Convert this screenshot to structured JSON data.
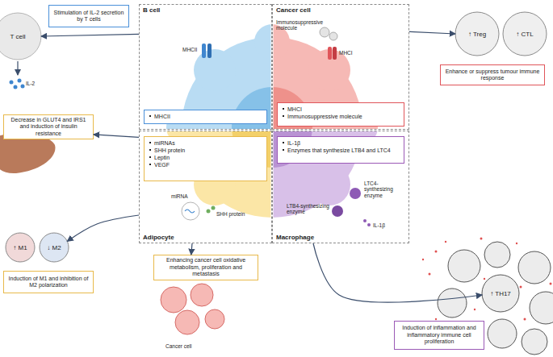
{
  "diagram": {
    "nodes": [
      {
        "text": [
          "T cell"
        ]
      },
      {
        "text": [
          "Stimulation of IL-2 secretion by T cells"
        ]
      },
      {
        "text": [
          "B cell"
        ]
      },
      {
        "text": [
          "MHCII"
        ],
        "in": 2
      },
      {
        "text": [
          "Cancer cell"
        ]
      },
      {
        "text": [
          "MHCI",
          "Immunosuppressive molecule"
        ],
        "in": 4
      },
      {
        "text": [
          "↑ Treg"
        ]
      },
      {
        "text": [
          "↑ CTL"
        ]
      },
      {
        "text": [
          "Enhance or suppress tumour immune response"
        ]
      },
      {
        "text": [
          "Decrease in GLUT4 and IRS1 and induction of insulin resistance"
        ]
      },
      {
        "text": [
          "Adipocyte"
        ]
      },
      {
        "text": [
          "miRNAs",
          "SHH protein",
          "Leptin",
          "VEGF"
        ],
        "in": 10
      },
      {
        "text": [
          "Macrophage"
        ]
      },
      {
        "text": [
          "IL-1β",
          "Enzymes that synthesize LTB4 and LTC4"
        ],
        "in": 12
      },
      {
        "text": [
          "↑ M1"
        ]
      },
      {
        "text": [
          "↓ M2"
        ]
      },
      {
        "text": [
          "Induction of M1 and inhibition of M2 polarization"
        ]
      },
      {
        "text": [
          "Enhancing cancer cell oxidative metabolism, proliferation and metastasis"
        ]
      },
      {
        "text": [
          "↑ TH17"
        ]
      },
      {
        "text": [
          "Induction of inflammation and inflammatory immune cell proliferation"
        ]
      }
    ],
    "edges": [
      {
        "from": 2,
        "to": 0,
        "arrow": "to"
      },
      {
        "from": 4,
        "to": 6,
        "arrow": "to"
      },
      {
        "from": 10,
        "to": 9,
        "arrow": "to"
      },
      {
        "from": 10,
        "to": 15,
        "arrow": "to"
      },
      {
        "from": 10,
        "to": 17,
        "arrow": "to"
      },
      {
        "from": 12,
        "to": 18,
        "arrow": "to"
      }
    ],
    "labels": [
      "IL-2",
      "MHCII",
      "Immunosuppressive molecule",
      "MHCI",
      "miRNA",
      "SHH protein",
      "LTC4-synthesizing enzyme",
      "LTB4-synthesizing enzyme",
      "IL-1β",
      "Cancer cell"
    ]
  }
}
